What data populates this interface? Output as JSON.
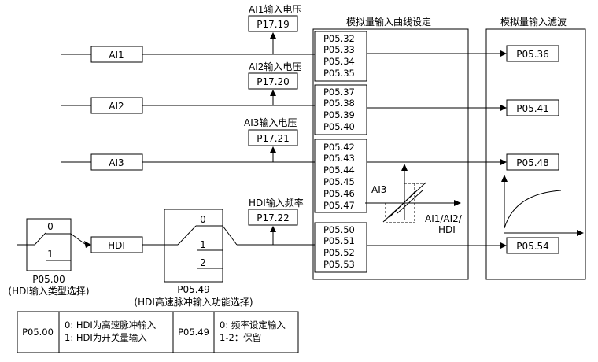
{
  "labels": {
    "ai1_voltage": "AI1输入电压",
    "ai2_voltage": "AI2输入电压",
    "ai3_voltage": "AI3输入电压",
    "hdi_frequency": "HDI输入频率",
    "curve_setting": "模拟量输入曲线设定",
    "filter": "模拟量输入滤波"
  },
  "monitors": {
    "ai1": "P17.19",
    "ai2": "P17.20",
    "ai3": "P17.21",
    "hdi": "P17.22"
  },
  "inputs": {
    "ai1": "AI1",
    "ai2": "AI2",
    "ai3": "AI3",
    "hdi": "HDI"
  },
  "curve_groups": {
    "ai1": [
      "P05.32",
      "P05.33",
      "P05.34",
      "P05.35"
    ],
    "ai2": [
      "P05.37",
      "P05.38",
      "P05.39",
      "P05.40"
    ],
    "ai3": [
      "P05.42",
      "P05.43",
      "P05.44",
      "P05.45",
      "P05.46",
      "P05.47"
    ],
    "hdi": [
      "P05.50",
      "P05.51",
      "P05.52",
      "P05.53"
    ]
  },
  "filters": {
    "ai1": "P05.36",
    "ai2": "P05.41",
    "ai3": "P05.48",
    "hdi": "P05.54"
  },
  "graph": {
    "ai3_label": "AI3",
    "axis_label_line1": "AI1/AI2/",
    "axis_label_line2": "HDI"
  },
  "switch1": {
    "pos0": "0",
    "pos1": "1",
    "param": "P05.00",
    "desc": "(HDI输入类型选择)"
  },
  "switch2": {
    "pos0": "0",
    "pos1": "1",
    "pos2": "2",
    "param": "P05.49",
    "desc": "(HDI高速脉冲输入功能选择)"
  },
  "table": {
    "p1_param": "P05.00",
    "p1_line1": "0: HDI为高速脉冲输入",
    "p1_line2": "1: HDI为开关量输入",
    "p2_param": "P05.49",
    "p2_line1": "0: 频率设定输入",
    "p2_line2": "1-2：保留"
  }
}
